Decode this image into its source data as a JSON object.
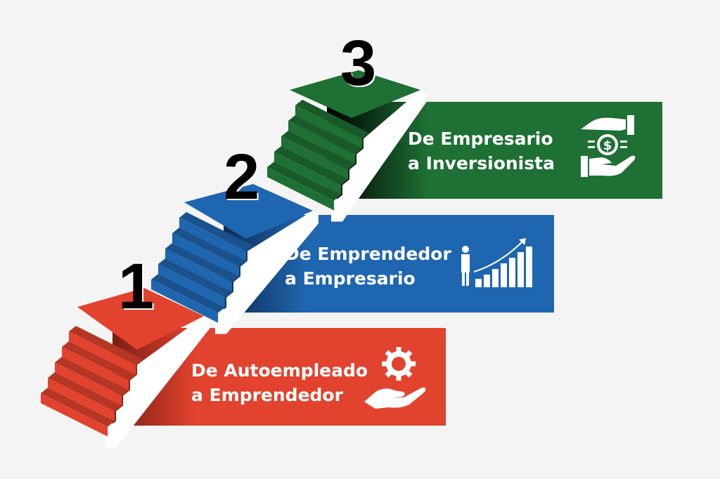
{
  "steps": [
    {
      "number": "1",
      "line1": "De Autoempleado",
      "line2": "a Emprendedor",
      "icon": "gear-hand-icon",
      "color": "#e2432e"
    },
    {
      "number": "2",
      "line1": "De Emprendedor",
      "line2": "a Empresario",
      "icon": "growth-chart-icon",
      "color": "#1f66b0"
    },
    {
      "number": "3",
      "line1": "De Empresario",
      "line2": "a Inversionista",
      "icon": "money-hands-icon",
      "color": "#1e7034"
    }
  ]
}
